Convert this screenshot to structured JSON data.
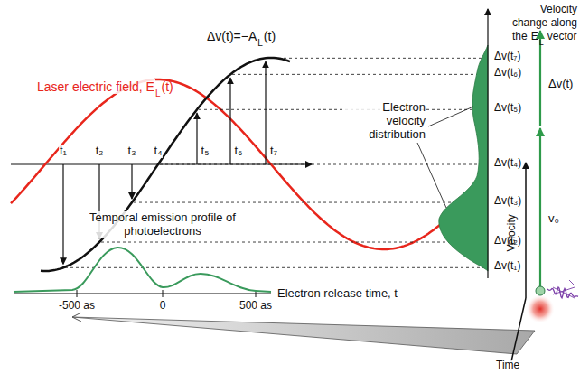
{
  "diagram": {
    "labels": [
      "Velocity",
      "change along",
      "the",
      "E",
      "L",
      "vector",
      "Laser electric field, E",
      "L",
      "(t)",
      "Δv(t)=−A",
      "L",
      "(t)",
      "t₁",
      "t₂",
      "t₃",
      "t₄",
      "t₅",
      "t₆",
      "t₇",
      "Δv(t₁)",
      "Δv(t₂)",
      "Δv(t₃)",
      "Δv(t₄)",
      "Δv(t₅)",
      "Δv(t₆)",
      "Δv(t₇)",
      "Electron velocity distribution",
      "Temporal emission profile of photoelectrons",
      "-500 as",
      "0",
      "500 as",
      "Electron release time, t",
      "Δv(t)",
      "v₀",
      "Velocity",
      "Time"
    ]
  }
}
